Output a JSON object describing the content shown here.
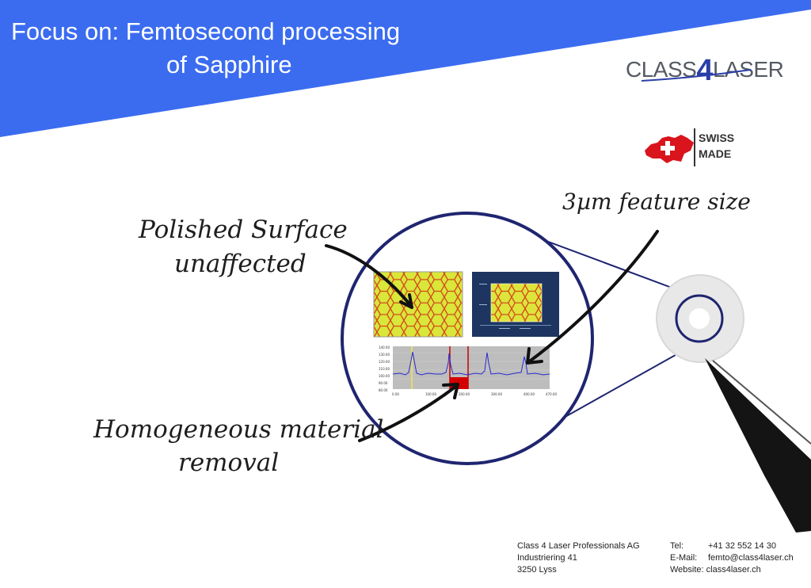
{
  "header": {
    "title_line1": "Focus on: Femtosecond processing",
    "title_line2": "of Sapphire",
    "banner_color": "#3b6cf0"
  },
  "logo": {
    "text_part1": "CLASS",
    "text_four": "4",
    "text_part2": "LASER"
  },
  "swiss_badge": {
    "line1": "SWISS",
    "line2": "MADE"
  },
  "labels": {
    "feature": "3µm feature size",
    "polished_line1": "Polished Surface",
    "polished_line2": "unaffected",
    "homog_line1": "Homogeneous material",
    "homog_line2": "removal"
  },
  "plot": {
    "y_ticks": [
      "140.00",
      "130.00",
      "120.00",
      "110.00",
      "100.00",
      "90.00",
      "80.00"
    ],
    "x_ticks": [
      "0.00",
      "100.00",
      "200.00",
      "300.00",
      "400.00",
      "470.00"
    ]
  },
  "footer": {
    "company": "Class 4 Laser Professionals AG",
    "street": "Industriering 41",
    "city": "3250 Lyss",
    "tel_label": "Tel:",
    "tel": "+41 32 552 14 30",
    "email_label": "E-Mail:",
    "email": "femto@class4laser.ch",
    "website_label": "Website:",
    "website": "class4laser.ch"
  }
}
